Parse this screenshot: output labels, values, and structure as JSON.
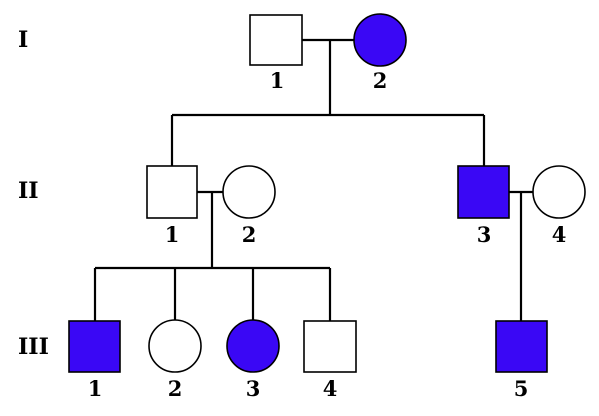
{
  "colors": {
    "affected": "#3a07f5",
    "unaffected": "#ffffff",
    "line": "#000000"
  },
  "generations": [
    {
      "label": "I",
      "individuals": [
        {
          "number": "1",
          "sex": "male",
          "affected": false
        },
        {
          "number": "2",
          "sex": "female",
          "affected": true
        }
      ]
    },
    {
      "label": "II",
      "individuals": [
        {
          "number": "1",
          "sex": "male",
          "affected": false
        },
        {
          "number": "2",
          "sex": "female",
          "affected": false
        },
        {
          "number": "3",
          "sex": "male",
          "affected": true
        },
        {
          "number": "4",
          "sex": "female",
          "affected": false
        }
      ]
    },
    {
      "label": "III",
      "individuals": [
        {
          "number": "1",
          "sex": "male",
          "affected": true
        },
        {
          "number": "2",
          "sex": "female",
          "affected": false
        },
        {
          "number": "3",
          "sex": "female",
          "affected": true
        },
        {
          "number": "4",
          "sex": "male",
          "affected": false
        },
        {
          "number": "5",
          "sex": "male",
          "affected": true
        }
      ]
    }
  ]
}
